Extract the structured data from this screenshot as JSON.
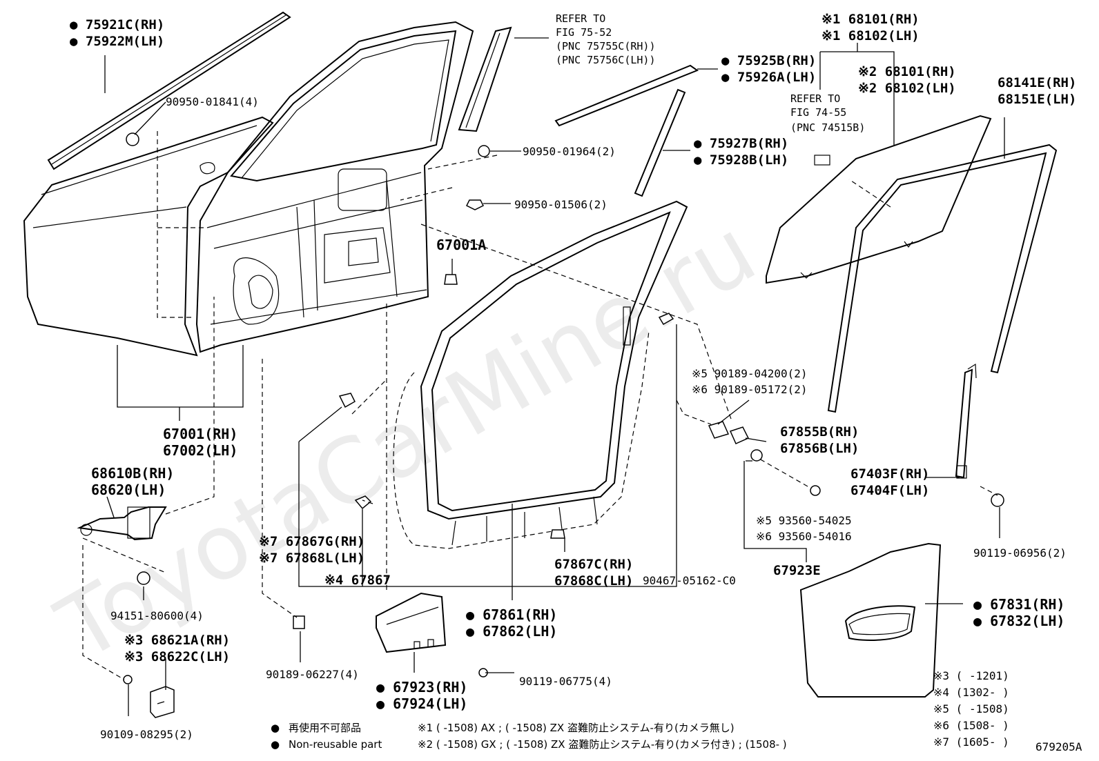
{
  "diagram": {
    "figure_id": "679205A",
    "watermark": "ToyotaCarMine.ru",
    "callouts": {
      "c75921": [
        "● 75921C(RH)",
        "● 75922M(LH)"
      ],
      "c9095001841": "90950-01841(4)",
      "cref7552": [
        "REFER TO",
        "FIG 75-52",
        "(PNC 75755C(RH))",
        "(PNC 75756C(LH))"
      ],
      "c9095001964": "90950-01964(2)",
      "c9095001506": "90950-01506(2)",
      "c75925": [
        "● 75925B(RH)",
        "● 75926A(LH)"
      ],
      "c75927": [
        "● 75927B(RH)",
        "● 75928B(LH)"
      ],
      "c68101a": [
        "※1 68101(RH)",
        "※1 68102(LH)"
      ],
      "c68101b": [
        "※2 68101(RH)",
        "※2 68102(LH)"
      ],
      "cref7455": [
        "REFER TO",
        "FIG 74-55",
        "(PNC 74515B)"
      ],
      "c68141": [
        "68141E(RH)",
        "68151E(LH)"
      ],
      "c67001A": "67001A",
      "c67001": [
        "67001(RH)",
        "67002(LH)"
      ],
      "c68610": [
        "68610B(RH)",
        "68620(LH)"
      ],
      "c9018904200": [
        "※5 90189-04200(2)",
        "※6 90189-05172(2)"
      ],
      "c67855": [
        "67855B(RH)",
        "67856B(LH)"
      ],
      "c67403": [
        "67403F(RH)",
        "67404F(LH)"
      ],
      "c93560": [
        "※5 93560-54025",
        "※6 93560-54016"
      ],
      "c67923E": "67923E",
      "c9011906956": "90119-06956(2)",
      "c67867G": [
        "※7 67867G(RH)",
        "※7 67868L(LH)"
      ],
      "c67867": "※4 67867",
      "c67867C": [
        "67867C(RH)",
        "67868C(LH)"
      ],
      "c9046705162": "90467-05162-C0",
      "c9415180600": "94151-80600(4)",
      "c68621": [
        "※3 68621A(RH)",
        "※3 68622C(LH)"
      ],
      "c67861": [
        "● 67861(RH)",
        "● 67862(LH)"
      ],
      "c67831": [
        "● 67831(RH)",
        "● 67832(LH)"
      ],
      "c9018906227": "90189-06227(4)",
      "c9011906775": "90119-06775(4)",
      "c67923": [
        "● 67923(RH)",
        "● 67924(LH)"
      ],
      "c9010908295": "90109-08295(2)"
    },
    "date_notes": [
      "※3 (     -1201)",
      "※4 (1302-     )",
      "※5 (     -1508)",
      "※6 (1508-     )",
      "※7 (1605-     )"
    ],
    "legend": {
      "row1_mark": "●",
      "row1_jp": "再使用不可部品",
      "row2_mark": "●",
      "row2_en": "Non-reusable part",
      "note1": "※1 (     -1508) AX ; (     -1508) ZX 盗難防止システム-有り(カメラ無し)",
      "note2": "※2 (     -1508) GX ; (     -1508) ZX 盗難防止システム-有り(カメラ付き) ; (1508-     )"
    }
  }
}
